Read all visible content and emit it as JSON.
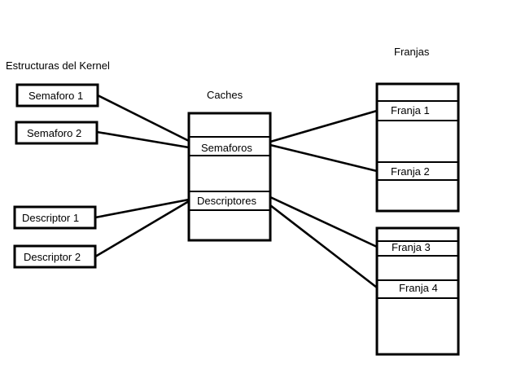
{
  "labels": {
    "kernel_title": "Estructuras del Kernel",
    "caches_title": "Caches",
    "franjas_title": "Franjas",
    "semaforo_1": "Semaforo 1",
    "semaforo_2": "Semaforo 2",
    "descriptor_1": "Descriptor 1",
    "descriptor_2": "Descriptor 2",
    "cache_semaforos": "Semaforos",
    "cache_descriptores": "Descriptores",
    "franja_1": "Franja 1",
    "franja_2": "Franja 2",
    "franja_3": "Franja 3",
    "franja_4": "Franja 4"
  }
}
